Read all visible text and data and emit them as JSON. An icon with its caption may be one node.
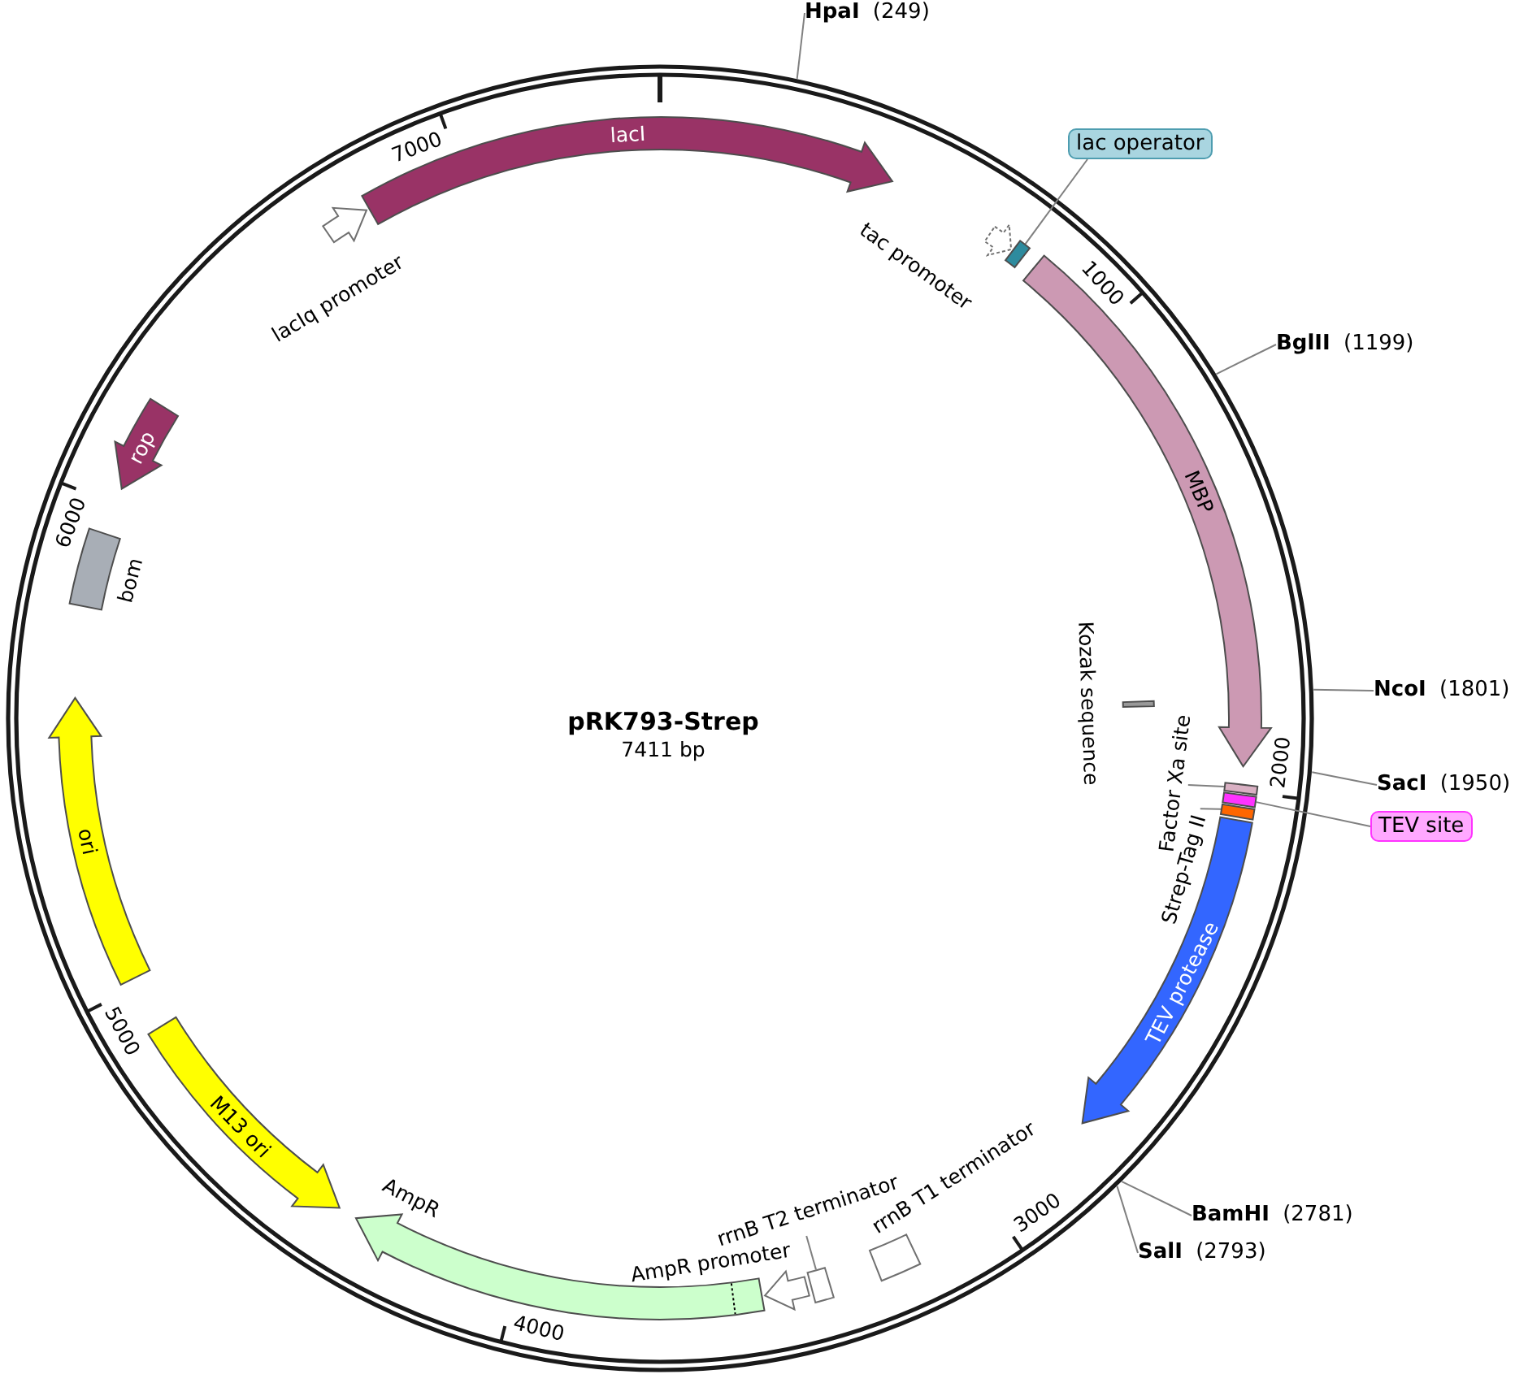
{
  "diagram": {
    "title": "pRK793-Strep",
    "nodes": [
      {
        "text": [
          "**HpaI** (249)"
        ]
      },
      {
        "text": [
          "lac operator"
        ]
      },
      {
        "text": [
          "tac promoter"
        ]
      },
      {
        "text": [],
        "shape": "box"
      },
      {
        "text": [
          "MBP"
        ]
      },
      {
        "text": [
          "**BglII** (1199)"
        ]
      },
      {
        "text": [
          "**NcoI** (1801)"
        ]
      },
      {
        "text": [
          "Kozak sequence"
        ]
      },
      {
        "text": [
          "**SacI** (1950)"
        ]
      },
      {
        "text": [
          "Factor Xa site"
        ]
      },
      {
        "text": [],
        "shape": "box"
      },
      {
        "text": [
          "TEV site"
        ]
      },
      {
        "text": [],
        "shape": "box"
      },
      {
        "text": [
          "Strep-Tag II"
        ]
      },
      {
        "text": [],
        "shape": "box"
      },
      {
        "text": [
          "TEV protease"
        ]
      },
      {
        "text": [
          "**BamHI** (2781)"
        ]
      },
      {
        "text": [
          "**SalI** (2793)"
        ]
      },
      {
        "text": [
          "rrnB T1 terminator"
        ]
      },
      {
        "text": [
          "rrnB T2 terminator"
        ]
      },
      {
        "text": [],
        "shape": "box"
      },
      {
        "text": [
          "AmpR promoter"
        ]
      },
      {
        "text": [
          "AmpR"
        ]
      },
      {
        "text": [
          "M13 ori"
        ]
      },
      {
        "text": [
          "ori"
        ]
      },
      {
        "text": [
          "bom"
        ]
      },
      {
        "text": [
          "rop"
        ]
      },
      {
        "text": [
          "lacIq promoter"
        ]
      },
      {
        "text": [
          "lacI"
        ]
      }
    ],
    "edges": [
      {
        "from": 0,
        "to": null,
        "arrow": "none"
      },
      {
        "from": 1,
        "to": 3,
        "arrow": "none"
      },
      {
        "from": 5,
        "to": null,
        "arrow": "none"
      },
      {
        "from": 6,
        "to": null,
        "arrow": "none"
      },
      {
        "from": 8,
        "to": null,
        "arrow": "none"
      },
      {
        "from": 9,
        "to": 10,
        "arrow": "none"
      },
      {
        "from": 11,
        "to": 12,
        "arrow": "none"
      },
      {
        "from": 13,
        "to": 14,
        "arrow": "none"
      },
      {
        "from": 16,
        "to": null,
        "arrow": "none"
      },
      {
        "from": 17,
        "to": null,
        "arrow": "none"
      },
      {
        "from": 19,
        "to": 20,
        "arrow": "none"
      }
    ],
    "labels": [
      "7411 bp",
      "1000",
      "2000",
      "3000",
      "4000",
      "5000",
      "6000",
      "7000"
    ]
  }
}
